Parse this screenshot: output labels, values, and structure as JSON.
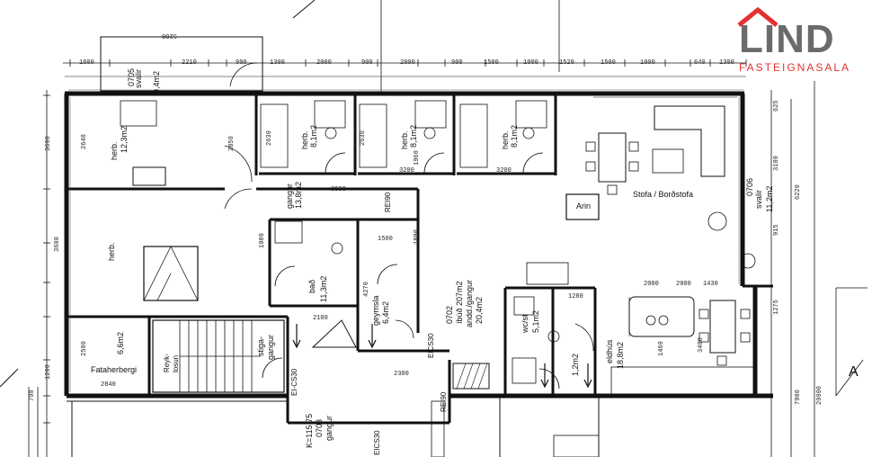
{
  "brand": {
    "name": "LIND",
    "sub": "FASTEIGNASALA",
    "accent": "#e4302f",
    "gray": "#6b6b6b"
  },
  "labels": {
    "arin": "Arin",
    "stofa": "Stofa / Borðstofa",
    "fataherbergi": "Fataherbergi",
    "A": "A"
  },
  "rooms": {
    "r0705": "0705",
    "svalir1": "svalir",
    "svalir1_area": "9,4m2",
    "herb1": "herb.",
    "herb1_area": "12,3m2",
    "herb2": "herb.",
    "herb2_area": "8,1m2",
    "herb3": "herb.",
    "herb3_area": "8,1m2",
    "herb4": "herb.",
    "herb4_area": "8,1m2",
    "gangur1": "gangur",
    "gangur1_area": "13,8m2",
    "herb5": "herb.",
    "bad": "bað",
    "bad_area": "11,3m2",
    "geymsla": "geymsla",
    "geymsla_area": "6,4m2",
    "r0702": "0702",
    "ibud": "íbúð 207m2",
    "andd": "andd./gangur",
    "andd_area": "20,4m2",
    "wc": "wc/st",
    "wc_area": "5,1m2",
    "r0706": "0706",
    "svalir2": "svalir",
    "svalir2_area": "11,2m2",
    "eldhus": "eldhús",
    "eldhus_area": "18,8m2",
    "small_area": "6,6m2",
    "stigagangur": "stiga-",
    "stigagangur2": "gangur",
    "reyk1": "Reyk-",
    "reyk2": "losun",
    "k": "K=115,75",
    "r0703": "0703",
    "gangur2": "gangur",
    "ei1": "EI-CS30",
    "ei2": "EICS30",
    "ei3": "EICS30",
    "rei1": "REI90",
    "rei2": "REI90",
    "small2": "1,2m2"
  },
  "dims_top": [
    "5200",
    "1600",
    "2210",
    "990",
    "1300",
    "2000",
    "900",
    "2000",
    "900",
    "1500",
    "1000",
    "1520",
    "1500",
    "1000",
    "640",
    "1300"
  ],
  "dims_misc": [
    "2640",
    "2850",
    "2630",
    "2630",
    "3200",
    "3200",
    "3600",
    "3900",
    "2000",
    "1500",
    "1280",
    "1980",
    "2100",
    "1890",
    "4270",
    "6220",
    "3100",
    "625",
    "915",
    "1430",
    "2000",
    "1275",
    "7900",
    "20000",
    "3600",
    "1200",
    "700",
    "2500",
    "1960",
    "2300",
    "3408",
    "1460",
    "2840"
  ]
}
